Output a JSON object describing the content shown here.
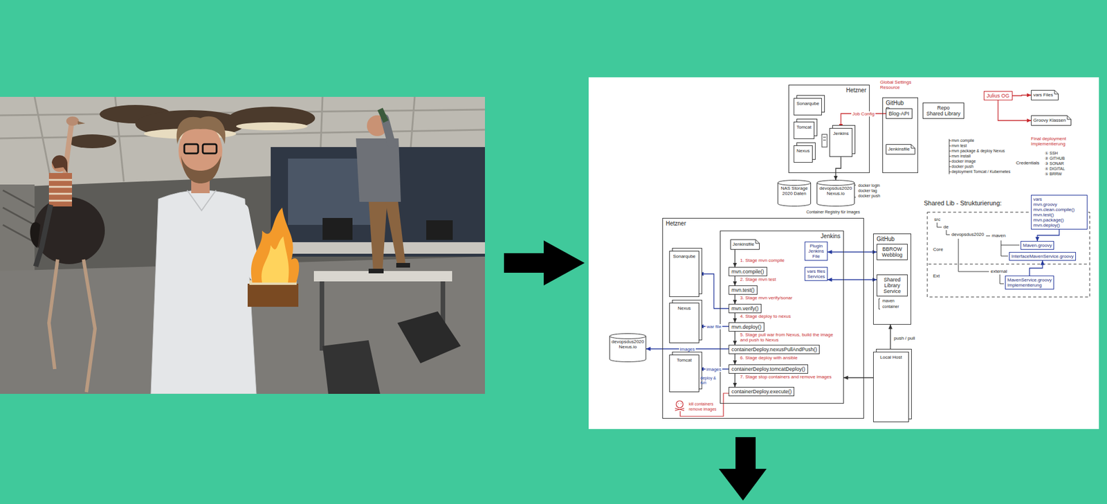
{
  "diagram": {
    "nodes": [
      {
        "text": [
          "Hetzner"
        ]
      },
      {
        "text": [
          "Sonarqube"
        ],
        "in": 0
      },
      {
        "text": [
          "Tomcat"
        ],
        "in": 0
      },
      {
        "text": [
          "Nexus"
        ],
        "in": 0
      },
      {
        "text": [
          "Jenkins"
        ],
        "in": 0
      },
      {
        "text": [
          "GitHub Repo"
        ]
      },
      {
        "text": [
          "Blog-API"
        ],
        "in": 5
      },
      {
        "text": [
          "Jenkinsfile"
        ],
        "in": 5
      },
      {
        "text": [
          "Repo",
          "Shared Library"
        ]
      },
      {
        "text": [
          "Julius OG"
        ]
      },
      {
        "text": [
          "vars Files"
        ]
      },
      {
        "text": [
          "Groovy Klassen"
        ]
      },
      {
        "text": [
          "NAS Storage",
          "2020 Daten"
        ]
      },
      {
        "text": [
          "devopsdus2020",
          "Nexus.io"
        ]
      },
      {
        "text": [
          "vars",
          "mvn.groovy",
          "mvn.clean.compile() mvn.test() mvn.package() mvn.deploy()"
        ]
      },
      {
        "text": [
          "Maven.groovy"
        ]
      },
      {
        "text": [
          "InterfaceMavenService.groovy"
        ]
      },
      {
        "text": [
          "MavenService.groovy",
          "Implementierung"
        ]
      },
      {
        "text": [
          "Hetzner"
        ]
      },
      {
        "text": [
          "Jenkins"
        ],
        "in": 18
      },
      {
        "text": [
          "Jenkinsfile"
        ],
        "in": 19
      },
      {
        "text": [
          "mvn.compile()"
        ],
        "in": 19
      },
      {
        "text": [
          "mvn.test()"
        ],
        "in": 19
      },
      {
        "text": [
          "mvn.verify()"
        ],
        "in": 19
      },
      {
        "text": [
          "mvn.deploy()"
        ],
        "in": 19
      },
      {
        "text": [
          "containerDeploy.nexusPullAndPush()"
        ],
        "in": 19
      },
      {
        "text": [
          "containerDeploy.tomcatDeploy()"
        ],
        "in": 19
      },
      {
        "text": [
          "containerDeploy.execute()"
        ],
        "in": 19
      },
      {
        "text": [
          "Sonarqube"
        ],
        "in": 18
      },
      {
        "text": [
          "Nexus"
        ],
        "in": 18
      },
      {
        "text": [
          "Tomcat"
        ],
        "in": 18
      },
      {
        "text": [
          "devopsdus2020",
          "Nexus.io"
        ]
      },
      {
        "text": [
          "Plugin Jenkins File"
        ],
        "in": 19
      },
      {
        "text": [
          "vars files Services"
        ],
        "in": 19
      },
      {
        "text": [
          "GitHub"
        ]
      },
      {
        "text": [
          "BBROW Webblog"
        ],
        "in": 34
      },
      {
        "text": [
          "Shared Library Service"
        ],
        "in": 34
      },
      {
        "text": [
          "Local Host"
        ]
      }
    ],
    "edges": [
      {
        "from": 6,
        "to": 4,
        "arrow": "to",
        "label": "Job Config"
      },
      {
        "from": 9,
        "to": 10,
        "arrow": "to"
      },
      {
        "from": 9,
        "to": 11,
        "arrow": "to"
      },
      {
        "from": 4,
        "to": 13,
        "arrow": "to"
      },
      {
        "from": 14,
        "to": 15,
        "arrow": "to"
      },
      {
        "from": 17,
        "to": 16,
        "arrow": "to"
      },
      {
        "from": 20,
        "to": 21,
        "arrow": "to"
      },
      {
        "from": 21,
        "to": 22,
        "arrow": "to"
      },
      {
        "from": 22,
        "to": 23,
        "arrow": "to"
      },
      {
        "from": 23,
        "to": 24,
        "arrow": "to"
      },
      {
        "from": 24,
        "to": 25,
        "arrow": "to"
      },
      {
        "from": 25,
        "to": 26,
        "arrow": "to"
      },
      {
        "from": 26,
        "to": 27,
        "arrow": "to"
      },
      {
        "from": 23,
        "to": 28,
        "arrow": "to"
      },
      {
        "from": 24,
        "to": 29,
        "arrow": "to",
        "label": "war file"
      },
      {
        "from": 25,
        "to": 31,
        "arrow": "to",
        "label": "images"
      },
      {
        "from": 26,
        "to": 30,
        "arrow": "to",
        "label": "images"
      },
      {
        "from": 35,
        "to": 32,
        "arrow": "both"
      },
      {
        "from": 36,
        "to": 33,
        "arrow": "both"
      },
      {
        "from": 37,
        "to": 34,
        "arrow": "to",
        "label": "push / pull"
      },
      {
        "from": 37,
        "to": 19,
        "arrow": "to"
      }
    ],
    "labels": [
      "Global Settings Resource",
      "mvn compile",
      "mvn test",
      "mvn package & deploy Nexus",
      "mvn install",
      "docker image",
      "docker push",
      "deployment Tomcat / Kubernetes",
      "Credentials",
      "① SSH",
      "② GITHUB",
      "③ SONAR",
      "④ DIGITAL",
      "⑤ BRRW",
      "Final deployment Implementierung",
      "docker login",
      "docker tag",
      "docker push",
      "Container Registry für Images",
      "Shared Lib - Strukturierung:",
      "src",
      "de",
      "devopsdus2020",
      "Core",
      "maven",
      "Ext",
      "external",
      "1. Stage mvn compile",
      "2. Stage mvn test",
      "3. Stage mvn verify/sonar",
      "4. Stage deploy to nexus",
      "5. Stage pull war from Nexus, build the image and push to Nexus",
      "6. Stage deploy with ansible",
      "7. Stage stop containers and remove images",
      "deploy & run",
      "maven",
      "container",
      "kill containers",
      "remove images"
    ]
  }
}
